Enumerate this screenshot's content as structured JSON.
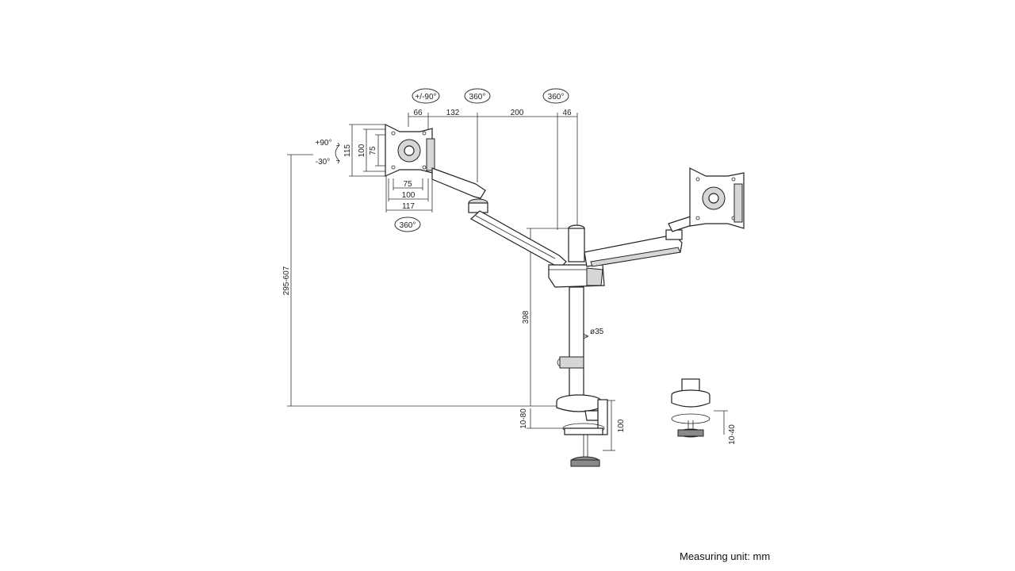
{
  "rotations": {
    "pan_tilt": "+/-90°",
    "swivel_a": "360°",
    "swivel_b": "360°",
    "swivel_c": "360°"
  },
  "tilt": {
    "up": "+90°",
    "down": "-30°"
  },
  "dims": {
    "d66": "66",
    "d132": "132",
    "d200": "200",
    "d46": "46",
    "d115": "115",
    "d100v": "100",
    "d75v": "75",
    "d75h": "75",
    "d100h": "100",
    "d117": "117",
    "height_range": "295-607",
    "pole_height": "398",
    "pole_diameter": "ø35",
    "clamp_thickness": "10-80",
    "clamp_height": "100",
    "grommet_thickness": "10-40"
  },
  "footer": {
    "unit": "Measuring unit: mm"
  }
}
